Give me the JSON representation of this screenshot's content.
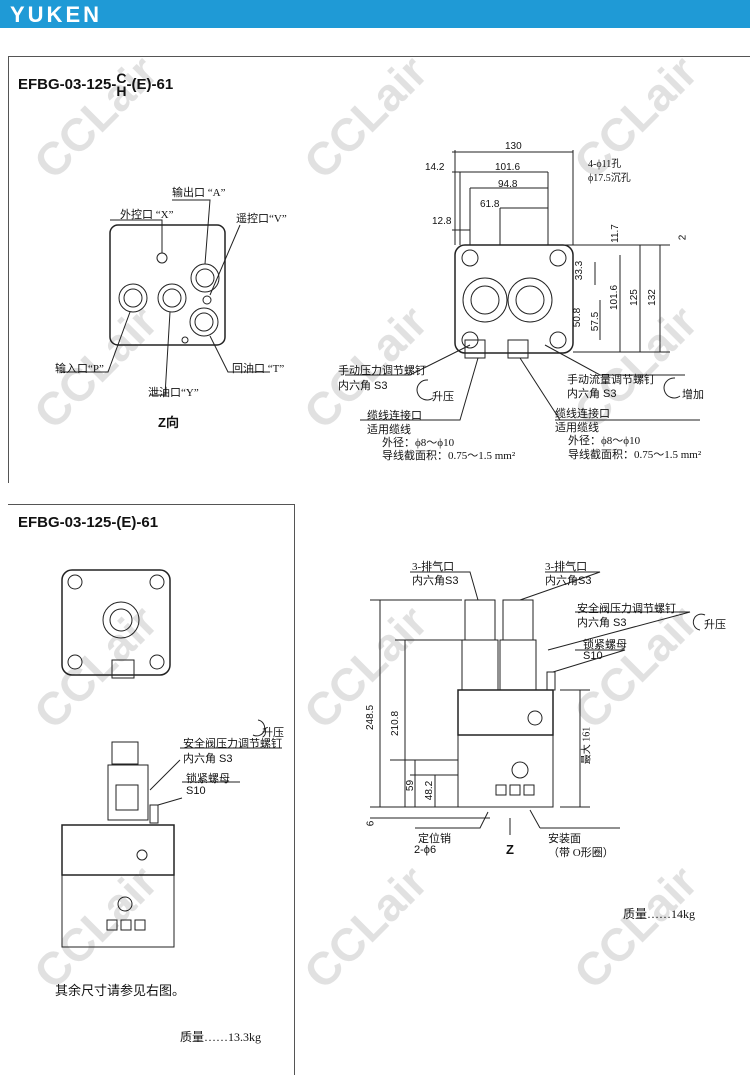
{
  "header": {
    "logo": "YUKEN"
  },
  "watermark": "CCLair",
  "section1": {
    "title_prefix": "EFBG-03-125-",
    "title_top": "C",
    "title_bottom": "H",
    "title_suffix": "-(E)-61",
    "ports": {
      "A": "输出口 “A”",
      "X": "外控口 “X”",
      "V": "遥控口“V”",
      "P": "输入口“P”",
      "T": "回油口 “T”",
      "Y": "泄油口“Y”"
    },
    "view": "Z向",
    "dims": {
      "d130": "130",
      "d101_6": "101.6",
      "d94_8": "94.8",
      "d61_8": "61.8",
      "d14_2": "14.2",
      "d12_8": "12.8",
      "holes1": "4-ϕ11孔",
      "holes2": "ϕ17.5沉孔",
      "v11_7": "11.7",
      "v2": "2",
      "v33_3": "33.3",
      "v50_8": "50.8",
      "v57_5": "57.5",
      "v101_6": "101.6",
      "v125": "125",
      "v132": "132"
    },
    "left_note": {
      "l1": "手动压力调节螺钉",
      "l2": "内六角 S3",
      "rot": "升压",
      "c1": "缆线连接口",
      "c2": "适用缆线",
      "c3": "外径：ϕ8～ϕ10",
      "c4": "导线截面积：0.75～1.5 mm²"
    },
    "right_note": {
      "l1": "手动流量调节螺钉",
      "l2": "内六角 S3",
      "rot": "增加",
      "c1": "缆线连接口",
      "c2": "适用缆线",
      "c3": "外径：ϕ8～ϕ10",
      "c4": "导线截面积：0.75～1.5 mm²"
    }
  },
  "section2": {
    "title": "EFBG-03-125-(E)-61",
    "rot": "升压",
    "n1": "安全阀压力调节螺钉",
    "n2": "内六角 S3",
    "n3": "锁紧螺母",
    "n4": "S10",
    "note": "其余尺寸请参见右图。",
    "mass": "质量……13.3kg"
  },
  "section3": {
    "vent_l1": "3-排气口",
    "vent_l2": "内六角S3",
    "vent_r1": "3-排气口",
    "vent_r2": "内六角S3",
    "n1": "安全阀压力调节螺钉",
    "n2": "内六角 S3",
    "rot": "升压",
    "n3": "锁紧螺母",
    "n4": "S10",
    "dims": {
      "d248_5": "248.5",
      "d210_8": "210.8",
      "d59": "59",
      "d48_2": "48.2",
      "d6": "6",
      "max161": "最大 161"
    },
    "pin1": "定位销",
    "pin2": "2-ϕ6",
    "z": "Z",
    "face1": "安装面",
    "face2": "（带 O形圈）",
    "mass": "质量……14kg"
  }
}
